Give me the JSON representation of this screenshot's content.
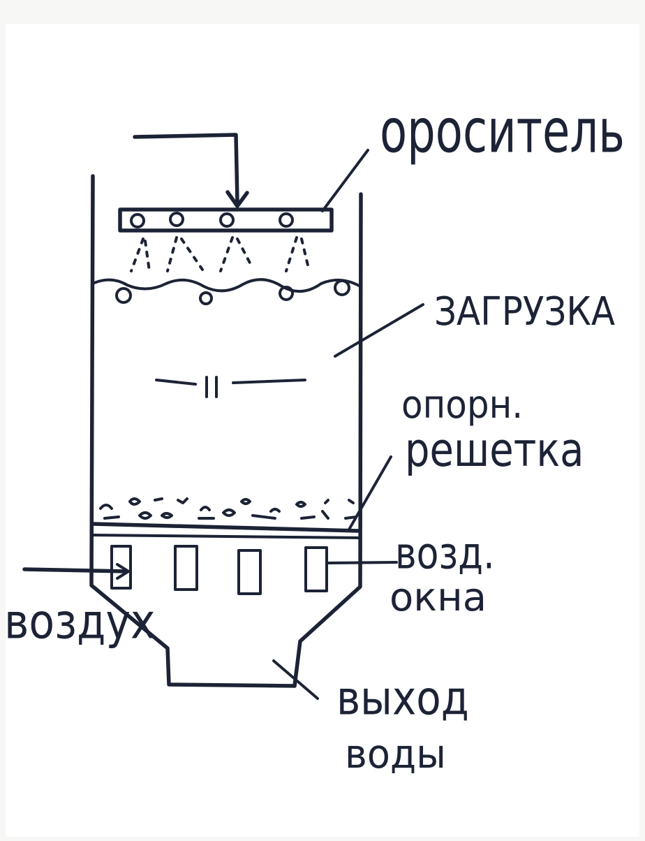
{
  "labels": {
    "sprinkler": "ороситель",
    "packing": "ЗАГРУЗКА",
    "support_grid_line1": "опорн.",
    "support_grid_line2": "решетка",
    "air_windows_line1": "возд.",
    "air_windows_line2": "окна",
    "air_inlet": "воздух",
    "water_outlet_line1": "выход",
    "water_outlet_line2": "воды"
  },
  "colors": {
    "ink": "#1d2336",
    "paper": "#ffffff",
    "background": "#f7f7f5"
  }
}
